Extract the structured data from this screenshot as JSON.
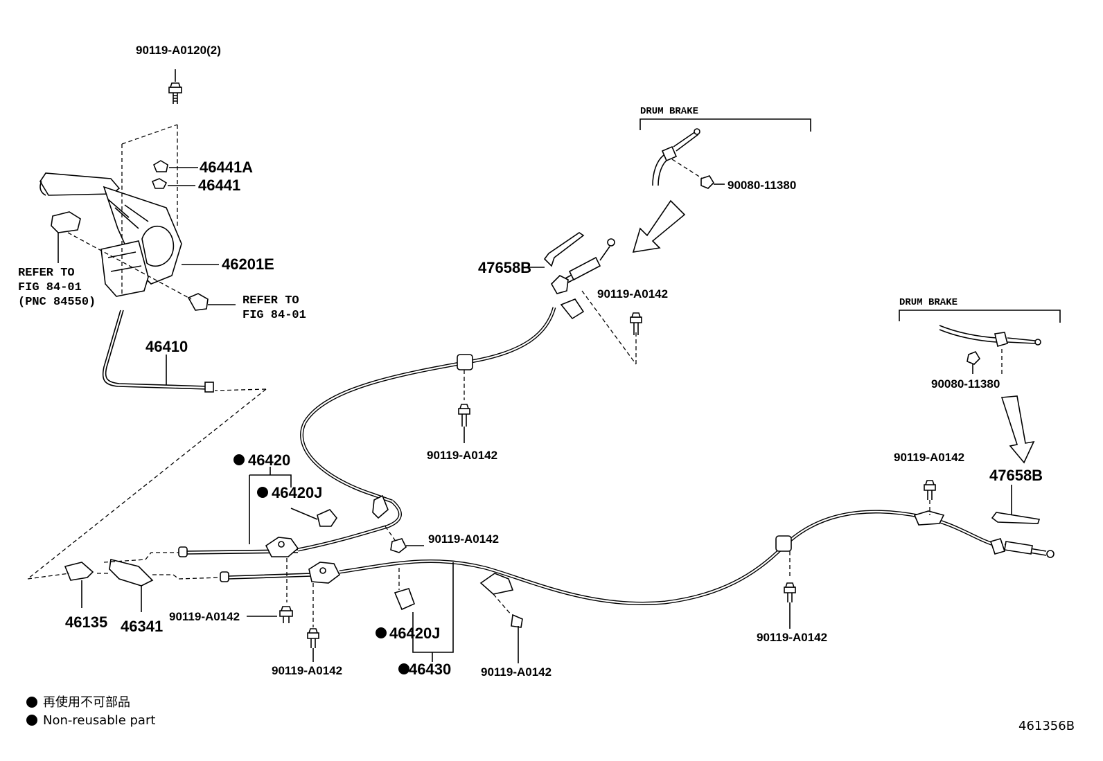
{
  "labels": {
    "bolt_top": "90119-A0120(2)",
    "p46441a": "46441A",
    "p46441": "46441",
    "p46201e": "46201E",
    "refer1_l1": "REFER TO",
    "refer1_l2": "FIG 84-01",
    "refer1_l3": "(PNC 84550)",
    "refer2_l1": "REFER TO",
    "refer2_l2": "FIG 84-01",
    "p46410": "46410",
    "drum1": "DRUM BRAKE",
    "bolt_drum1": "90080-11380",
    "p47658b_1": "47658B",
    "bolt_a0142_1": "90119-A0142",
    "bolt_a0142_2": "90119-A0142",
    "drum2": "DRUM BRAKE",
    "bolt_drum2": "90080-11380",
    "bolt_a0142_3": "90119-A0142",
    "p47658b_2": "47658B",
    "p46420": "46420",
    "p46420j_1": "46420J",
    "bolt_a0142_4": "90119-A0142",
    "p46135": "46135",
    "p46341": "46341",
    "bolt_a0142_5": "90119-A0142",
    "bolt_a0142_6": "90119-A0142",
    "p46420j_2": "46420J",
    "p46430": "46430",
    "bolt_a0142_7": "90119-A0142",
    "bolt_a0142_8": "90119-A0142"
  },
  "legend": {
    "jp": "再使用不可部品",
    "en": "Non-reusable part"
  },
  "figure_code": "461356B"
}
